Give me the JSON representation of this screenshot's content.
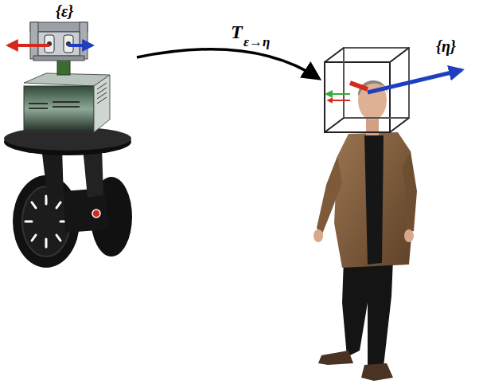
{
  "diagram": {
    "labels": [
      "{ε}",
      "T",
      "ε→η",
      "{η}"
    ]
  }
}
